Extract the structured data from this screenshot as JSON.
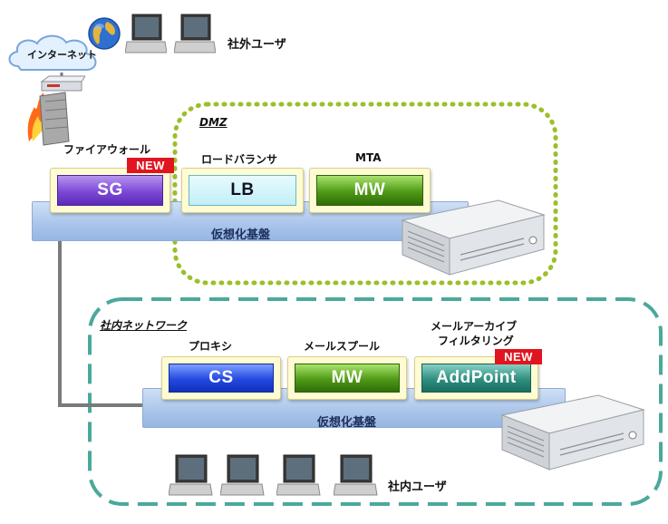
{
  "internet": {
    "label": "インターネット"
  },
  "external_users": {
    "label": "社外ユーザ"
  },
  "firewall": {
    "label": "ファイアウォール",
    "product": "SG",
    "badge": "NEW"
  },
  "dmz": {
    "title": "DMZ",
    "load_balancer": {
      "label": "ロードバランサ",
      "product": "LB"
    },
    "mta": {
      "label": "MTA",
      "product": "MW"
    },
    "platform_label": "仮想化基盤"
  },
  "internal": {
    "title": "社内ネットワーク",
    "proxy": {
      "label": "プロキシ",
      "product": "CS"
    },
    "mail_spool": {
      "label": "メールスプール",
      "product": "MW"
    },
    "archive": {
      "label_line1": "メールアーカイブ",
      "label_line2": "フィルタリング",
      "product": "AddPoint",
      "badge": "NEW"
    },
    "platform_label": "仮想化基盤"
  },
  "internal_users": {
    "label": "社内ユーザ"
  },
  "colors": {
    "dmz_border": "#9bbf2a",
    "internal_border": "#4aa99a",
    "badge": "#e0151f"
  }
}
